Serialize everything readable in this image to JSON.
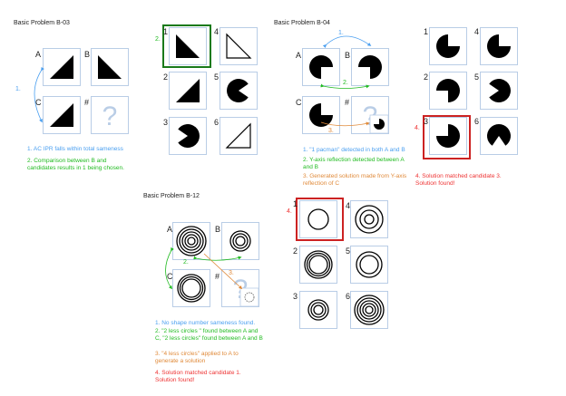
{
  "colors": {
    "blue": "#4a9ff0",
    "green": "#22bb22",
    "orange": "#e08a3a",
    "red": "#ee3333",
    "box_border": "#b9cde6"
  },
  "problems": [
    {
      "title": "Basic Problem B-03",
      "labels": {
        "a": "A",
        "b": "B",
        "c": "C",
        "d": "#"
      },
      "step_marker": "1.",
      "candidate_marker": "2.",
      "candidates": [
        "1",
        "2",
        "3",
        "4",
        "5",
        "6"
      ],
      "notes": [
        "1. AC IPR falls within total sameness",
        "2. Comparison between B and candidates results in 1 being chosen."
      ]
    },
    {
      "title": "Basic Problem B-04",
      "labels": {
        "a": "A",
        "b": "B",
        "c": "C",
        "d": "#"
      },
      "arrow_markers": [
        "1.",
        "2.",
        "3."
      ],
      "candidate_marker": "4.",
      "candidates": [
        "1",
        "2",
        "3",
        "4",
        "5",
        "6"
      ],
      "notes": [
        "1. \"1 pacman\" detected in both A and B",
        "2. Y-axis reflection detected between A and B",
        "3. Generated solution made from Y-axis reflection of C",
        "4. Solution matched candidate 3. Solution found!"
      ]
    },
    {
      "title": "Basic Problem B-12",
      "labels": {
        "a": "A",
        "b": "B",
        "c": "C",
        "d": "#"
      },
      "arrow_markers": [
        "2.",
        "3."
      ],
      "candidate_marker": "4.",
      "candidates": [
        "1",
        "2",
        "3",
        "4",
        "5",
        "6"
      ],
      "notes": [
        "1. No shape number sameness found.",
        "2. \"2 less circles \" found between A and C, \"2 less circles\" found between A and B",
        "3. \"4 less circles\" applied to A to generate a solution",
        "4. Solution matched candidate 1. Solution found!"
      ]
    }
  ]
}
